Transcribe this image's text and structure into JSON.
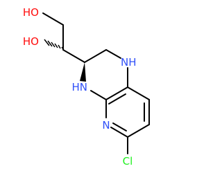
{
  "colors": {
    "background": "#ffffff",
    "bond": "#000000",
    "oxygen": "#ff0d0d",
    "nitrogen": "#3050f8",
    "chlorine": "#1ff01f"
  },
  "atoms": {
    "oh_top": "HO",
    "oh_mid": "HO",
    "nh_top": "NH",
    "hn_low": "HN",
    "n_ring": "N",
    "cl": "Cl"
  }
}
